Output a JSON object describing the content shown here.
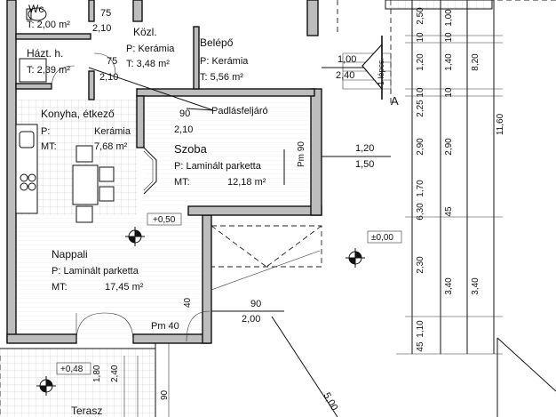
{
  "rooms": {
    "wc": {
      "name": "Wc",
      "area": "T: 2,00 m²"
    },
    "kozl": {
      "name": "Közl.",
      "floor": "P: Kerámia",
      "area": "T: 3,48 m²"
    },
    "belepo": {
      "name": "Belépő",
      "floor": "P: Kerámia",
      "area": "T: 5,56 m²"
    },
    "hazt": {
      "name": "Házt. h.",
      "area": "T: 2,39 m²"
    },
    "konyha": {
      "name": "Konyha, étkező",
      "floor_label": "P:",
      "floor": "Kerámia",
      "area_label": "MT:",
      "area": "7,68 m²"
    },
    "szoba": {
      "name": "Szoba",
      "floor": "P: Laminált parketta",
      "area_label": "MT:",
      "area": "12,18 m²"
    },
    "nappali": {
      "name": "Nappali",
      "floor": "P: Laminált parketta",
      "area_label": "MT:",
      "area": "17,45 m²"
    },
    "terasz": {
      "name": "Terasz"
    }
  },
  "labels": {
    "padlasfeljaro": "Padlásfeljáró",
    "lepcso": "1 lépcs.",
    "section_a": "A",
    "pm40": "Pm 40",
    "pm90": "Pm 90",
    "lvl_050": "+0,50",
    "lvl_000": "±0,00",
    "lvl_048": "+0,48"
  },
  "doors": {
    "d75a": "75",
    "d210a": "2,10",
    "d75b": "75",
    "d210b": "2,10",
    "d90a": "90",
    "d210c": "2,10",
    "win_w": "1,20",
    "win_h": "1,50",
    "ent_w": "1,00",
    "ent_h": "2,40",
    "terr_w": "90",
    "terr_h": "2,00",
    "d40": "40"
  },
  "dims": {
    "c1": [
      "2,50",
      "10",
      "1,20",
      "10",
      "2,25",
      "2,90",
      "1,70",
      "6,30",
      "2,30",
      "1,10",
      "45"
    ],
    "c2": [
      "1,00",
      "10",
      "1,40",
      "10",
      "2,90",
      "45",
      "3,40"
    ],
    "c3": [
      "8,20",
      "3,40"
    ],
    "c4": [
      "11,60"
    ],
    "diag": "5,00",
    "t180": "1,80",
    "t240": "2,40",
    "t90": "90"
  },
  "icons": [
    "section-arrow-icon",
    "level-marker-icon",
    "stove-icon",
    "sink-icon",
    "toilet-icon"
  ]
}
